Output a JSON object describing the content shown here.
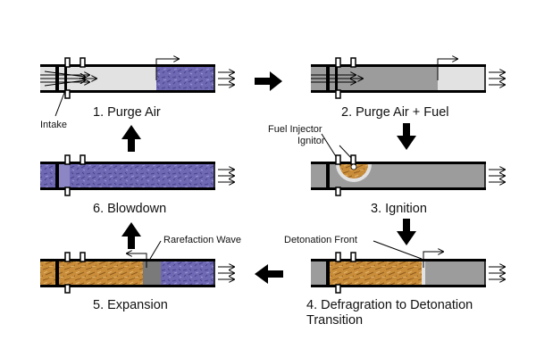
{
  "stages": [
    {
      "label": "1. Purge Air"
    },
    {
      "label": "2. Purge Air + Fuel"
    },
    {
      "label": "3. Ignition"
    },
    {
      "label": "4. Defragration to Detonation Transition"
    },
    {
      "label": "5. Expansion"
    },
    {
      "label": "6. Blowdown"
    }
  ],
  "labels_text": {
    "stage4_line1": "4. Defragration to Detonation",
    "stage4_line2": "Transition"
  },
  "annotations": {
    "intake": "Intake",
    "fuel_injector": "Fuel Injector",
    "ignitor": "Ignitor",
    "rarefaction_wave": "Rarefaction Wave",
    "detonation_front": "Detonation Front"
  },
  "colors": {
    "air": "#e2e2e2",
    "fuel_mix": "#9c9c9c",
    "combustion_products": "#6f69b4",
    "detonation": "#c98d3a",
    "arrow": "#000000"
  },
  "icons": {
    "flow_arrow": "down-arrow",
    "exhaust": "triple-right-arrows"
  }
}
